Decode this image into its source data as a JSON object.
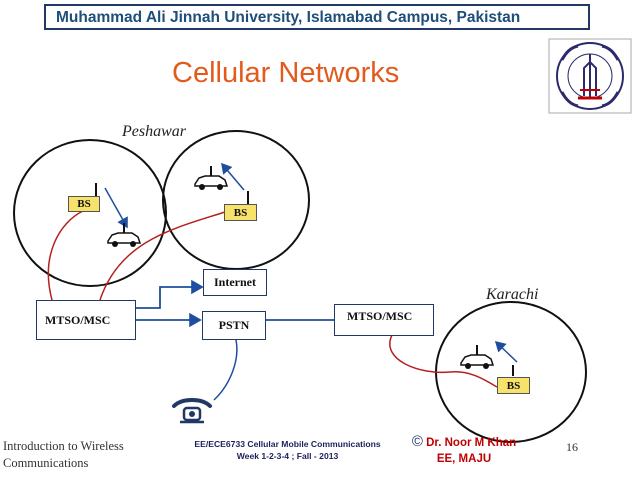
{
  "header": {
    "university": "Muhammad Ali Jinnah University, Islamabad Campus, Pakistan"
  },
  "title": "Cellular Networks",
  "cities": {
    "peshawar": "Peshawar",
    "karachi": "Karachi"
  },
  "nodes": {
    "bs_left": "BS",
    "bs_top": "BS",
    "bs_karachi": "BS",
    "internet": "Internet",
    "pstn": "PSTN",
    "mtso_left": "MTSO/MSC",
    "mtso_right": "MTSO/MSC"
  },
  "footer": {
    "left": "Introduction to Wireless Communications",
    "middle_line1": "EE/ECE6733 Cellular Mobile Communications",
    "middle_line2": "Week 1-2-3-4 ; Fall - 2013",
    "right_symbol": "©",
    "right_line1": "Dr. Noor M Khan",
    "right_line2": "EE, MAJU",
    "page": "16"
  },
  "colors": {
    "title": "#e25a1c",
    "link_blue": "#1f4e9f",
    "link_red": "#b52020",
    "bs_fill": "#f7e26b"
  }
}
